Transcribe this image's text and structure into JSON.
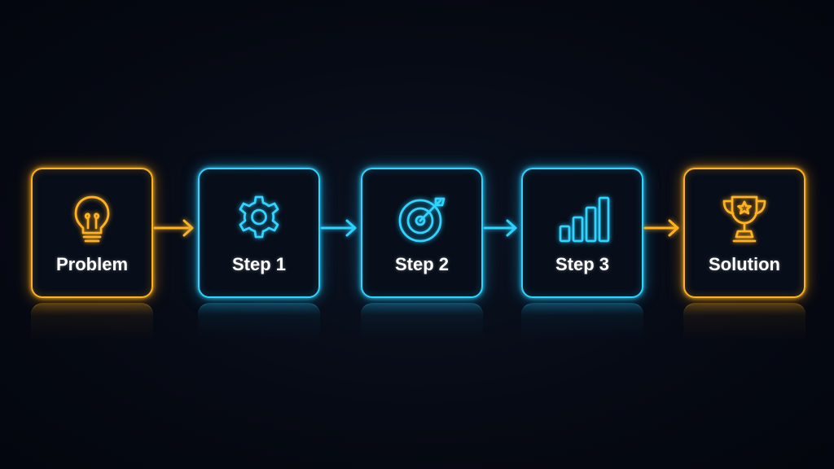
{
  "diagram": {
    "nodes": [
      {
        "id": "problem",
        "label": "Problem",
        "icon": "lightbulb-icon",
        "color": "#ffb21f"
      },
      {
        "id": "step-1",
        "label": "Step 1",
        "icon": "gear-icon",
        "color": "#2fd4ff"
      },
      {
        "id": "step-2",
        "label": "Step 2",
        "icon": "target-icon",
        "color": "#2fd4ff"
      },
      {
        "id": "step-3",
        "label": "Step 3",
        "icon": "bar-chart-icon",
        "color": "#2fd4ff"
      },
      {
        "id": "solution",
        "label": "Solution",
        "icon": "trophy-icon",
        "color": "#ffb21f"
      }
    ],
    "edges": [
      {
        "from": "problem",
        "to": "step-1",
        "color": "#ffb21f"
      },
      {
        "from": "step-1",
        "to": "step-2",
        "color": "#2fd4ff"
      },
      {
        "from": "step-2",
        "to": "step-3",
        "color": "#2fd4ff"
      },
      {
        "from": "step-3",
        "to": "solution",
        "color": "#ffb21f"
      }
    ]
  }
}
